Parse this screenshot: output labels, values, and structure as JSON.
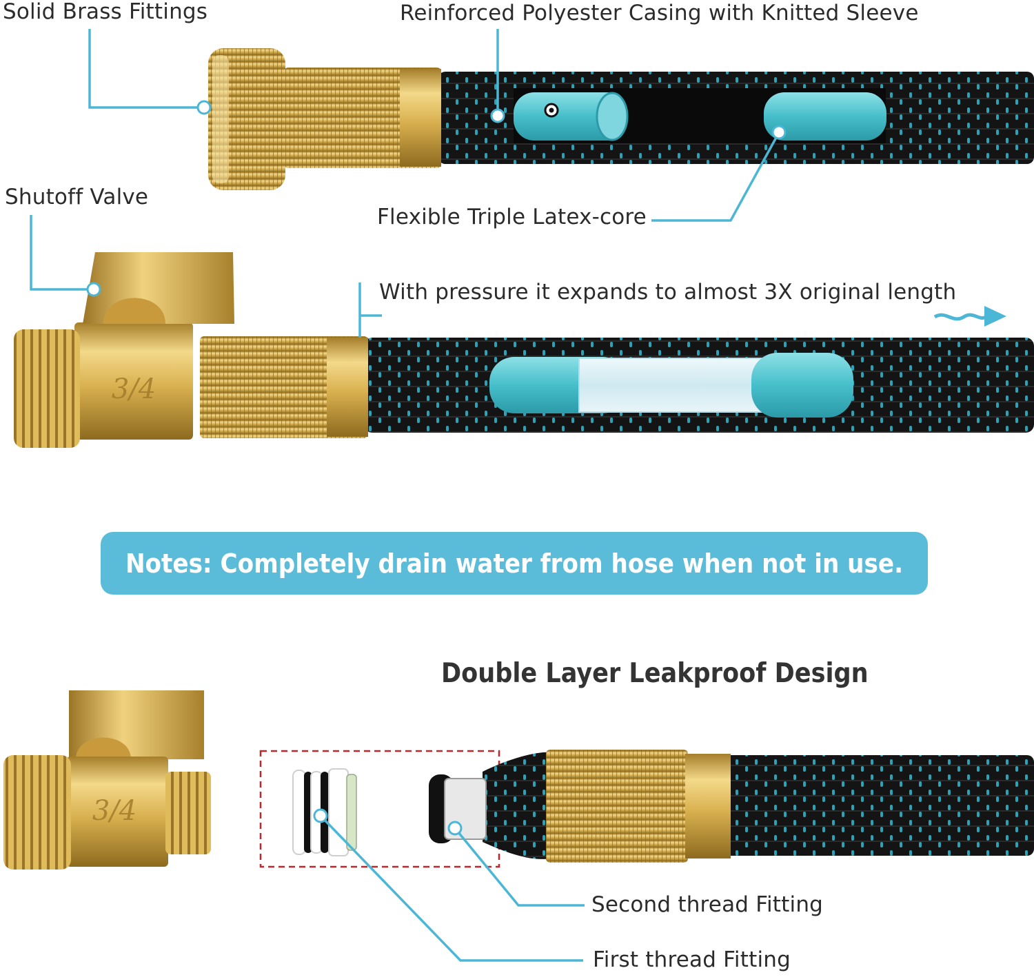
{
  "labels": {
    "solid_brass": "Solid Brass Fittings",
    "casing": "Reinforced Polyester Casing with Knitted Sleeve",
    "shutoff": "Shutoff Valve",
    "latex_core": "Flexible Triple Latex-core",
    "pressure": "With pressure it expands to almost 3X original length",
    "second_thread": "Second thread Fitting",
    "first_thread": "First thread Fitting"
  },
  "valve_marking": "3/4",
  "notes": "Notes: Completely drain water from hose when not in use.",
  "heading": "Double Layer Leakproof Design",
  "colors": {
    "accent": "#4bb6d6",
    "notes_bg": "#5bbcd9",
    "brass": "#d9b04f",
    "hose_black": "#141414",
    "hose_weave": "#2aa3b8",
    "core": "#4cc3cf",
    "dashed_box": "#c0272d"
  }
}
